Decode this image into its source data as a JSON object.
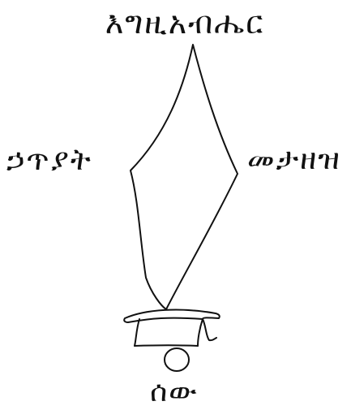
{
  "labels": {
    "top": "እግዚአብሔር",
    "left": "ኃጥያት",
    "right": "መታዘዝ",
    "bottom": "ሰው"
  },
  "colors": {
    "stroke": "#111111",
    "background": "#ffffff"
  }
}
